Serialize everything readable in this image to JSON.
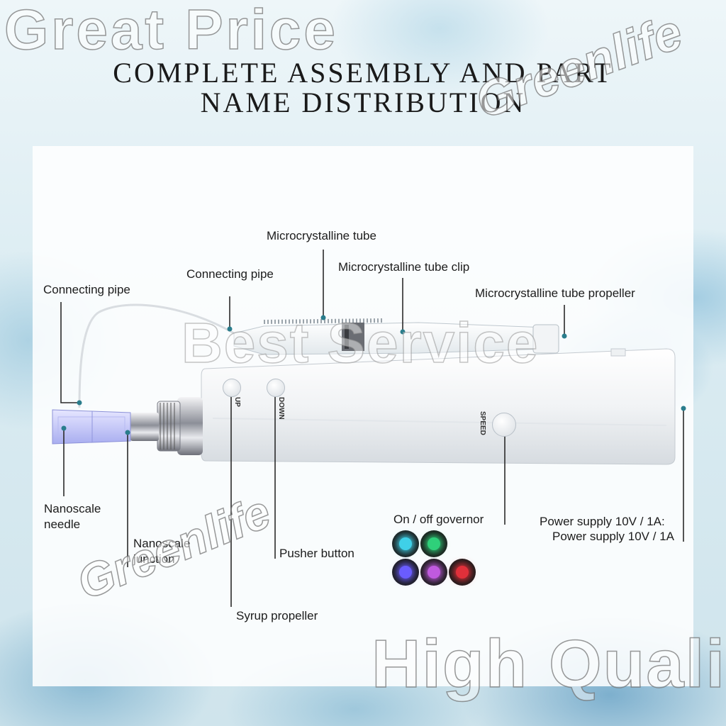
{
  "title": {
    "line1": "COMPLETE ASSEMBLY AND PART",
    "line2": "NAME DISTRIBUTION"
  },
  "watermarks": {
    "top_left": "Great Price",
    "top_right": "Greenlife",
    "center": "Best Service",
    "bottom_left": "Greenlife",
    "bottom_right": "High Quality"
  },
  "labels": {
    "microcrystalline_tube": "Microcrystalline tube",
    "connecting_pipe_mid": "Connecting pipe",
    "microcrystalline_tube_clip": "Microcrystalline tube clip",
    "connecting_pipe_left": "Connecting pipe",
    "microcrystalline_tube_propeller": "Microcrystalline tube propeller",
    "nanoscale_needle_1": "Nanoscale",
    "nanoscale_needle_2": "needle",
    "nanoscale_junction_1": "Nanoscale",
    "nanoscale_junction_2": "junction",
    "pusher_button": "Pusher button",
    "syrup_propeller": "Syrup propeller",
    "on_off_governor": "On / off governor",
    "power_supply_1": "Power supply 10V / 1A:",
    "power_supply_2": "Power supply 10V / 1A"
  },
  "device": {
    "btn_up": "UP",
    "btn_down": "DOWN",
    "btn_speed": "SPEED"
  },
  "led_colors": [
    "#3fd0e8",
    "#2fd07a",
    "#6a5cff",
    "#c05adf",
    "#e0303a"
  ]
}
